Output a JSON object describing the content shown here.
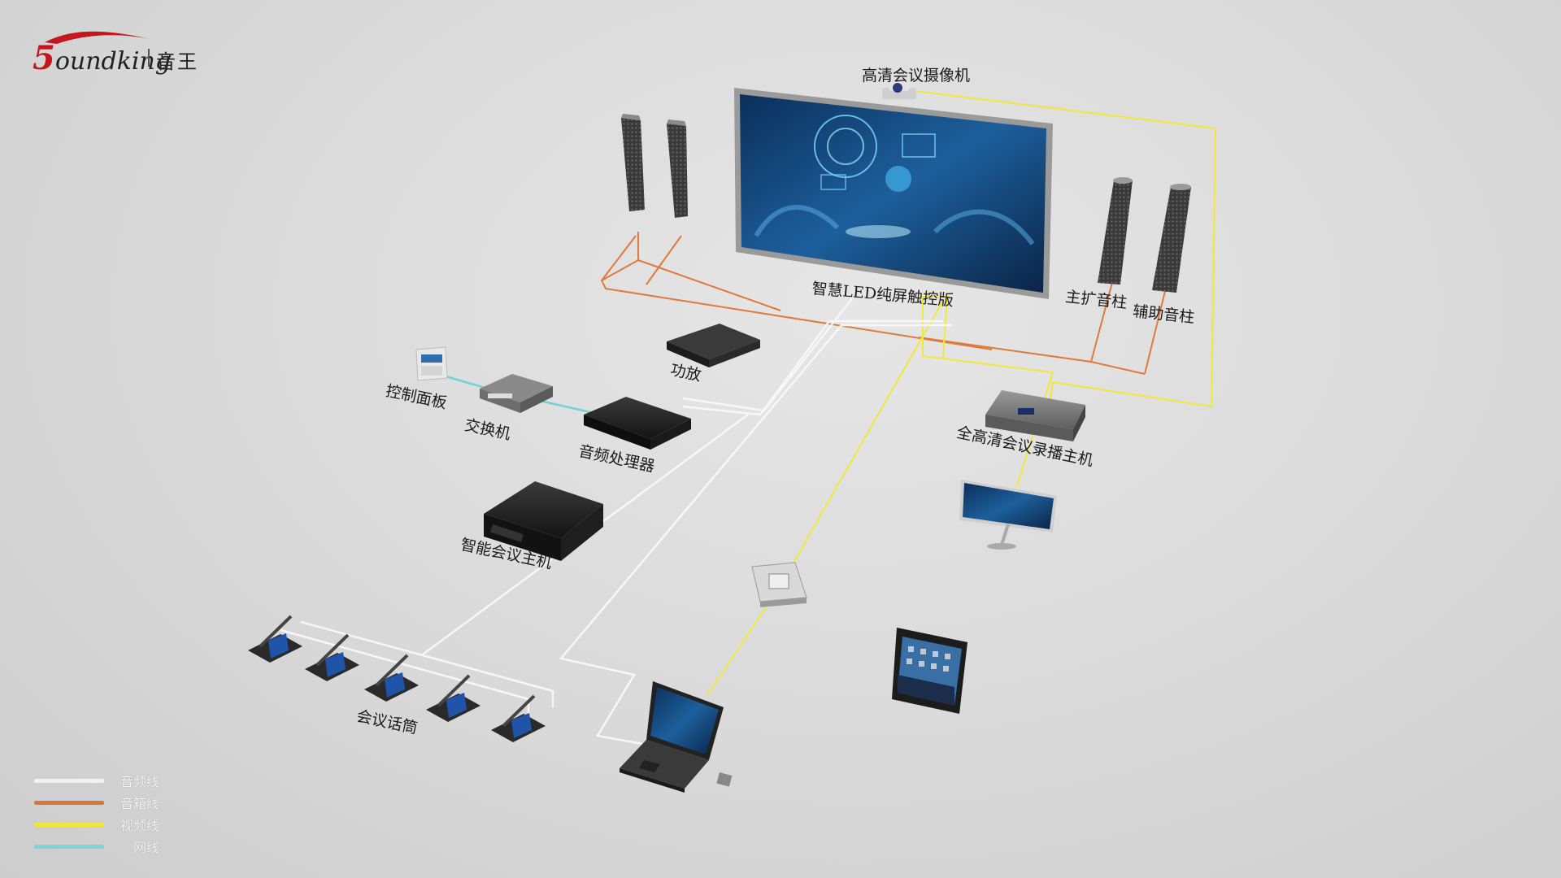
{
  "brand": {
    "mark": "5",
    "word": "oundking",
    "chinese": "音王"
  },
  "labels": {
    "camera": "高清会议摄像机",
    "screen": "智慧LED纯屏触控版",
    "main_speaker": "主扩音柱",
    "aux_speaker": "辅助音柱",
    "amplifier": "功放",
    "control_panel": "控制面板",
    "switch": "交换机",
    "audio_processor": "音频处理器",
    "recorder": "全高清会议录播主机",
    "conference_host": "智能会议主机",
    "microphones": "会议话筒"
  },
  "legend": [
    {
      "label": "音频线",
      "color": "#f2f2f2"
    },
    {
      "label": "音箱线",
      "color": "#d8773a"
    },
    {
      "label": "视频线",
      "color": "#f0e63a"
    },
    {
      "label": "网线",
      "color": "#7fd4d8"
    }
  ],
  "colors": {
    "audio": "#f7f7f7",
    "speaker": "#e07a3c",
    "video": "#f2e83b",
    "network": "#72d2d8",
    "device": "#2b2b2b"
  }
}
